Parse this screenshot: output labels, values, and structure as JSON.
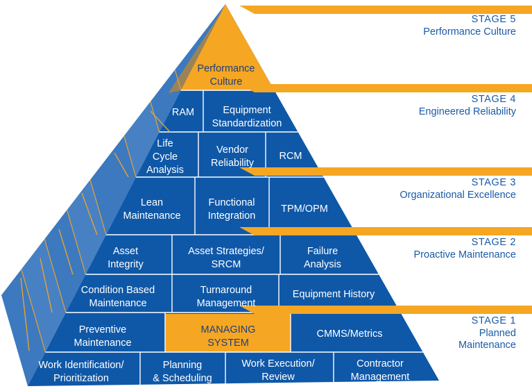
{
  "colors": {
    "blue": "#0f58a8",
    "blue_side": "#3c79bf",
    "blue_side_light": "#5b91cf",
    "orange": "#f5a623",
    "orange_dark": "#d98b12",
    "gold_line": "#e9a230",
    "label_blue": "#1a5aa8"
  },
  "stages": [
    {
      "title": "STAGE 5",
      "name": [
        "Performance Culture"
      ]
    },
    {
      "title": "STAGE 4",
      "name": [
        "Engineered Reliability"
      ]
    },
    {
      "title": "STAGE 3",
      "name": [
        "Organizational Excellence"
      ]
    },
    {
      "title": "STAGE 2",
      "name": [
        "Proactive Maintenance"
      ]
    },
    {
      "title": "STAGE 1",
      "name": [
        "Planned",
        "Maintenance"
      ]
    }
  ],
  "blocks": [
    {
      "id": "performance-culture",
      "lines": [
        "Performance",
        "Culture"
      ],
      "highlight": true
    },
    {
      "id": "ram",
      "lines": [
        "RAM"
      ],
      "highlight": false
    },
    {
      "id": "equipment-standardization",
      "lines": [
        "Equipment",
        "Standardization"
      ],
      "highlight": false
    },
    {
      "id": "life-cycle-analysis",
      "lines": [
        "Life",
        "Cycle",
        "Analysis"
      ],
      "highlight": false
    },
    {
      "id": "vendor-reliability",
      "lines": [
        "Vendor",
        "Reliability"
      ],
      "highlight": false
    },
    {
      "id": "rcm",
      "lines": [
        "RCM"
      ],
      "highlight": false
    },
    {
      "id": "lean-maintenance",
      "lines": [
        "Lean",
        "Maintenance"
      ],
      "highlight": false
    },
    {
      "id": "functional-integration",
      "lines": [
        "Functional",
        "Integration"
      ],
      "highlight": false
    },
    {
      "id": "tpm-opm",
      "lines": [
        "TPM/OPM"
      ],
      "highlight": false
    },
    {
      "id": "asset-integrity",
      "lines": [
        "Asset",
        "Integrity"
      ],
      "highlight": false
    },
    {
      "id": "asset-strategies-srcm",
      "lines": [
        "Asset Strategies/",
        "SRCM"
      ],
      "highlight": false
    },
    {
      "id": "failure-analysis",
      "lines": [
        "Failure",
        "Analysis"
      ],
      "highlight": false
    },
    {
      "id": "condition-based-maintenance",
      "lines": [
        "Condition Based",
        "Maintenance"
      ],
      "highlight": false
    },
    {
      "id": "turnaround-management",
      "lines": [
        "Turnaround",
        "Management"
      ],
      "highlight": false
    },
    {
      "id": "equipment-history",
      "lines": [
        "Equipment History"
      ],
      "highlight": false
    },
    {
      "id": "preventive-maintenance",
      "lines": [
        "Preventive",
        "Maintenance"
      ],
      "highlight": false
    },
    {
      "id": "managing-system",
      "lines": [
        "MANAGING",
        "SYSTEM"
      ],
      "highlight": true
    },
    {
      "id": "cmms-metrics",
      "lines": [
        "CMMS/Metrics"
      ],
      "highlight": false
    },
    {
      "id": "work-identification-prioritization",
      "lines": [
        "Work Identification/",
        "Prioritization"
      ],
      "highlight": false
    },
    {
      "id": "planning-scheduling",
      "lines": [
        "Planning",
        "& Scheduling"
      ],
      "highlight": false
    },
    {
      "id": "work-execution-review",
      "lines": [
        "Work Execution/",
        "Review"
      ],
      "highlight": false
    },
    {
      "id": "contractor-management",
      "lines": [
        "Contractor",
        "Management"
      ],
      "highlight": false
    }
  ]
}
